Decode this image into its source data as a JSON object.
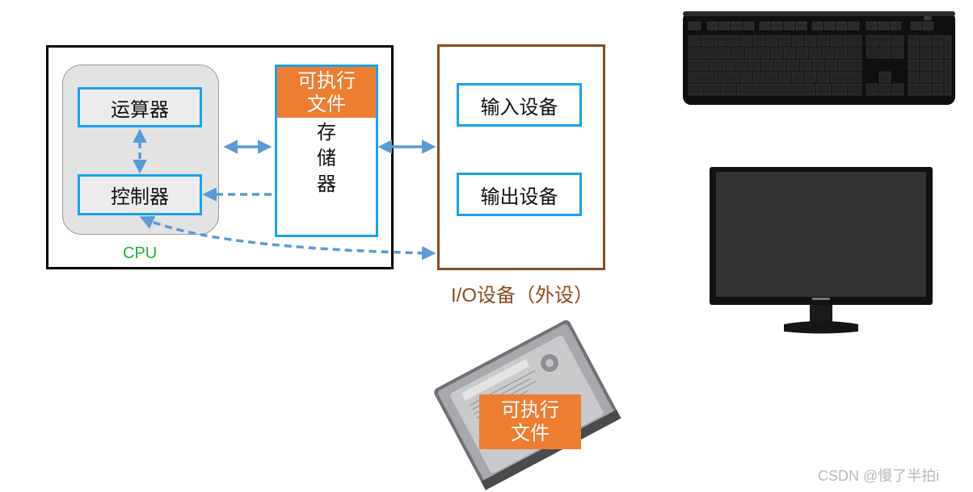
{
  "cpu": {
    "alu_label": "运算器",
    "control_label": "控制器",
    "caption": "CPU"
  },
  "memory": {
    "exe_label": "可执行\n文件",
    "label": "存\n储\n器"
  },
  "io": {
    "input_label": "输入设备",
    "output_label": "输出设备",
    "caption": "I/O设备（外设）"
  },
  "disk": {
    "exe_label": "可执行\n文件"
  },
  "images": {
    "keyboard": "keyboard-icon",
    "monitor": "monitor-icon",
    "hard_drive": "hard-drive-icon"
  },
  "colors": {
    "accent_blue": "#1aa3e8",
    "arrow_blue": "#5b9bd5",
    "exe_orange": "#ed7d31",
    "io_brown": "#8b4c1f",
    "cpu_green": "#1fae3a"
  },
  "watermark": "CSDN @慢了半拍i"
}
